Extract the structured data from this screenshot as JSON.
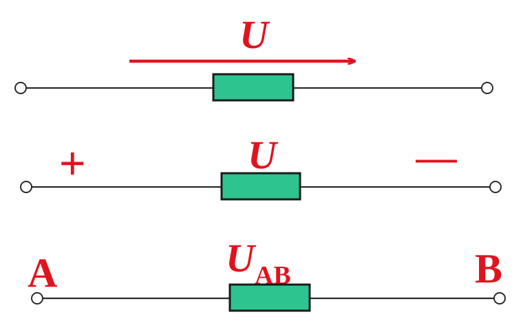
{
  "colors": {
    "label": "#e0141e",
    "resistor_fill": "#2ec490",
    "wire": "#2a2a2a",
    "background": "#ffffff"
  },
  "circuit_1": {
    "voltage_label": "U",
    "arrow_direction": "left-to-right"
  },
  "circuit_2": {
    "voltage_label": "U",
    "plus_sign": "+",
    "minus_sign": "—"
  },
  "circuit_3": {
    "voltage_label": "U",
    "voltage_subscript": "AB",
    "node_a": "A",
    "node_b": "B"
  }
}
